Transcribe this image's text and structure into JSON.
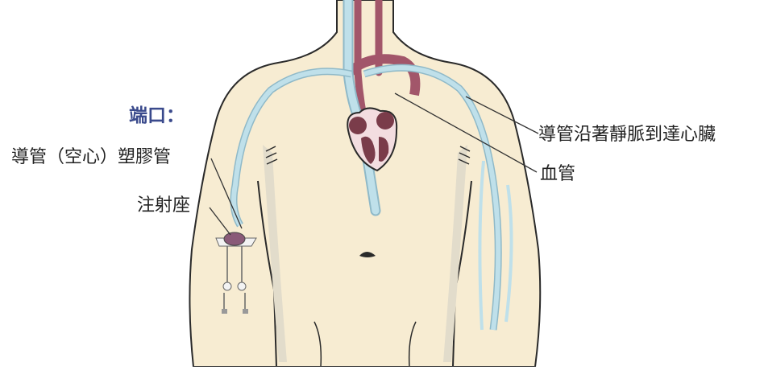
{
  "labels": {
    "port_heading": "端口：",
    "catheter_tube": "導管（空心）塑膠管",
    "injection_seat": "注射座",
    "catheter_to_heart": "導管沿著靜脈到達心臟",
    "blood_vessel": "血管"
  },
  "colors": {
    "skin": "#f7ecd2",
    "skin_shadow": "#e2dccb",
    "outline": "#2a2a2a",
    "vein": "#bfe0ea",
    "vein_edge": "#8fb9c8",
    "artery": "#a2566a",
    "heart": "#7a3c4a",
    "heart_inner": "#f3dde0",
    "leader": "#333333",
    "heading": "#3a4a8c"
  }
}
